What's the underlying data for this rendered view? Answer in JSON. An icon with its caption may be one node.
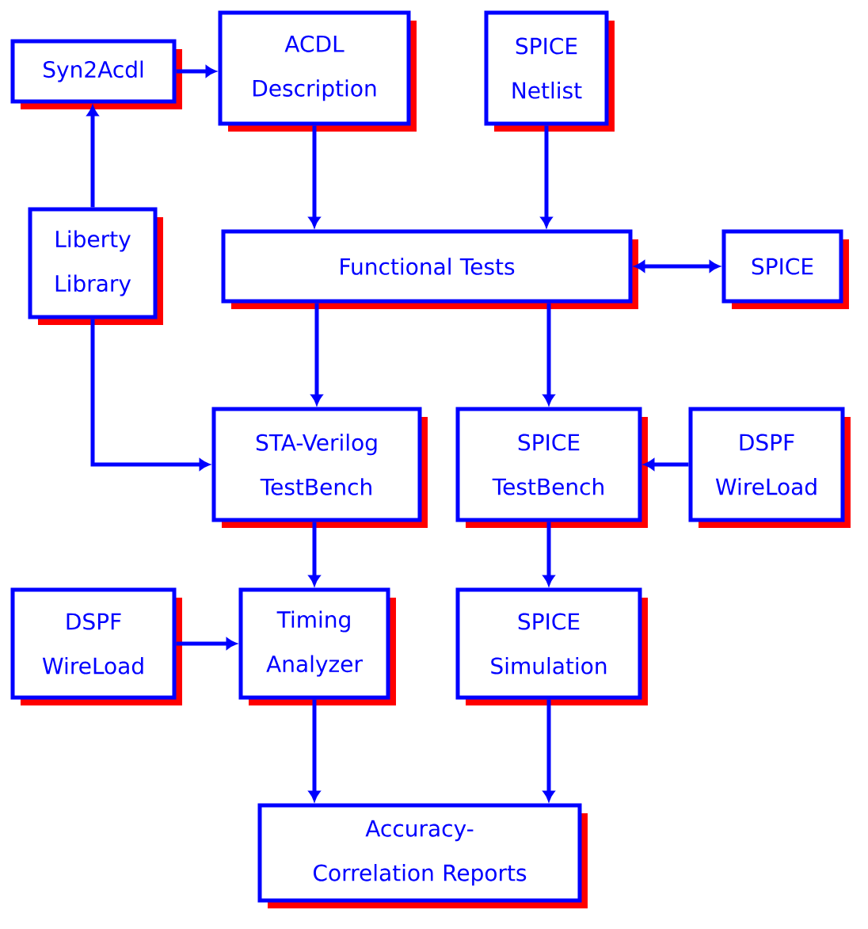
{
  "diagram": {
    "nodes": [
      {
        "text": [
          "Syn2Acdl"
        ]
      },
      {
        "text": [
          "ACDL Description"
        ]
      },
      {
        "text": [
          "SPICE Netlist"
        ]
      },
      {
        "text": [
          "Liberty Library"
        ]
      },
      {
        "text": [
          "Functional Tests"
        ]
      },
      {
        "text": [
          "SPICE"
        ]
      },
      {
        "text": [
          "STA-Verilog TestBench"
        ]
      },
      {
        "text": [
          "SPICE TestBench"
        ]
      },
      {
        "text": [
          "DSPF WireLoad"
        ]
      },
      {
        "text": [
          "DSPF WireLoad"
        ]
      },
      {
        "text": [
          "Timing Analyzer"
        ]
      },
      {
        "text": [
          "SPICE Simulation"
        ]
      },
      {
        "text": [
          "Accuracy-Correlation Reports"
        ]
      }
    ],
    "edges": [
      {
        "from": 0,
        "to": 1,
        "arrow": "to"
      },
      {
        "from": 3,
        "to": 0,
        "arrow": "to"
      },
      {
        "from": 1,
        "to": 4,
        "arrow": "to"
      },
      {
        "from": 2,
        "to": 4,
        "arrow": "to"
      },
      {
        "from": 4,
        "to": 5,
        "arrow": "both"
      },
      {
        "from": 4,
        "to": 6,
        "arrow": "to"
      },
      {
        "from": 4,
        "to": 7,
        "arrow": "to"
      },
      {
        "from": 3,
        "to": 6,
        "arrow": "to"
      },
      {
        "from": 8,
        "to": 7,
        "arrow": "to"
      },
      {
        "from": 6,
        "to": 10,
        "arrow": "to"
      },
      {
        "from": 9,
        "to": 10,
        "arrow": "to"
      },
      {
        "from": 7,
        "to": 11,
        "arrow": "to"
      },
      {
        "from": 10,
        "to": 12,
        "arrow": "to"
      },
      {
        "from": 11,
        "to": 12,
        "arrow": "to"
      }
    ]
  }
}
